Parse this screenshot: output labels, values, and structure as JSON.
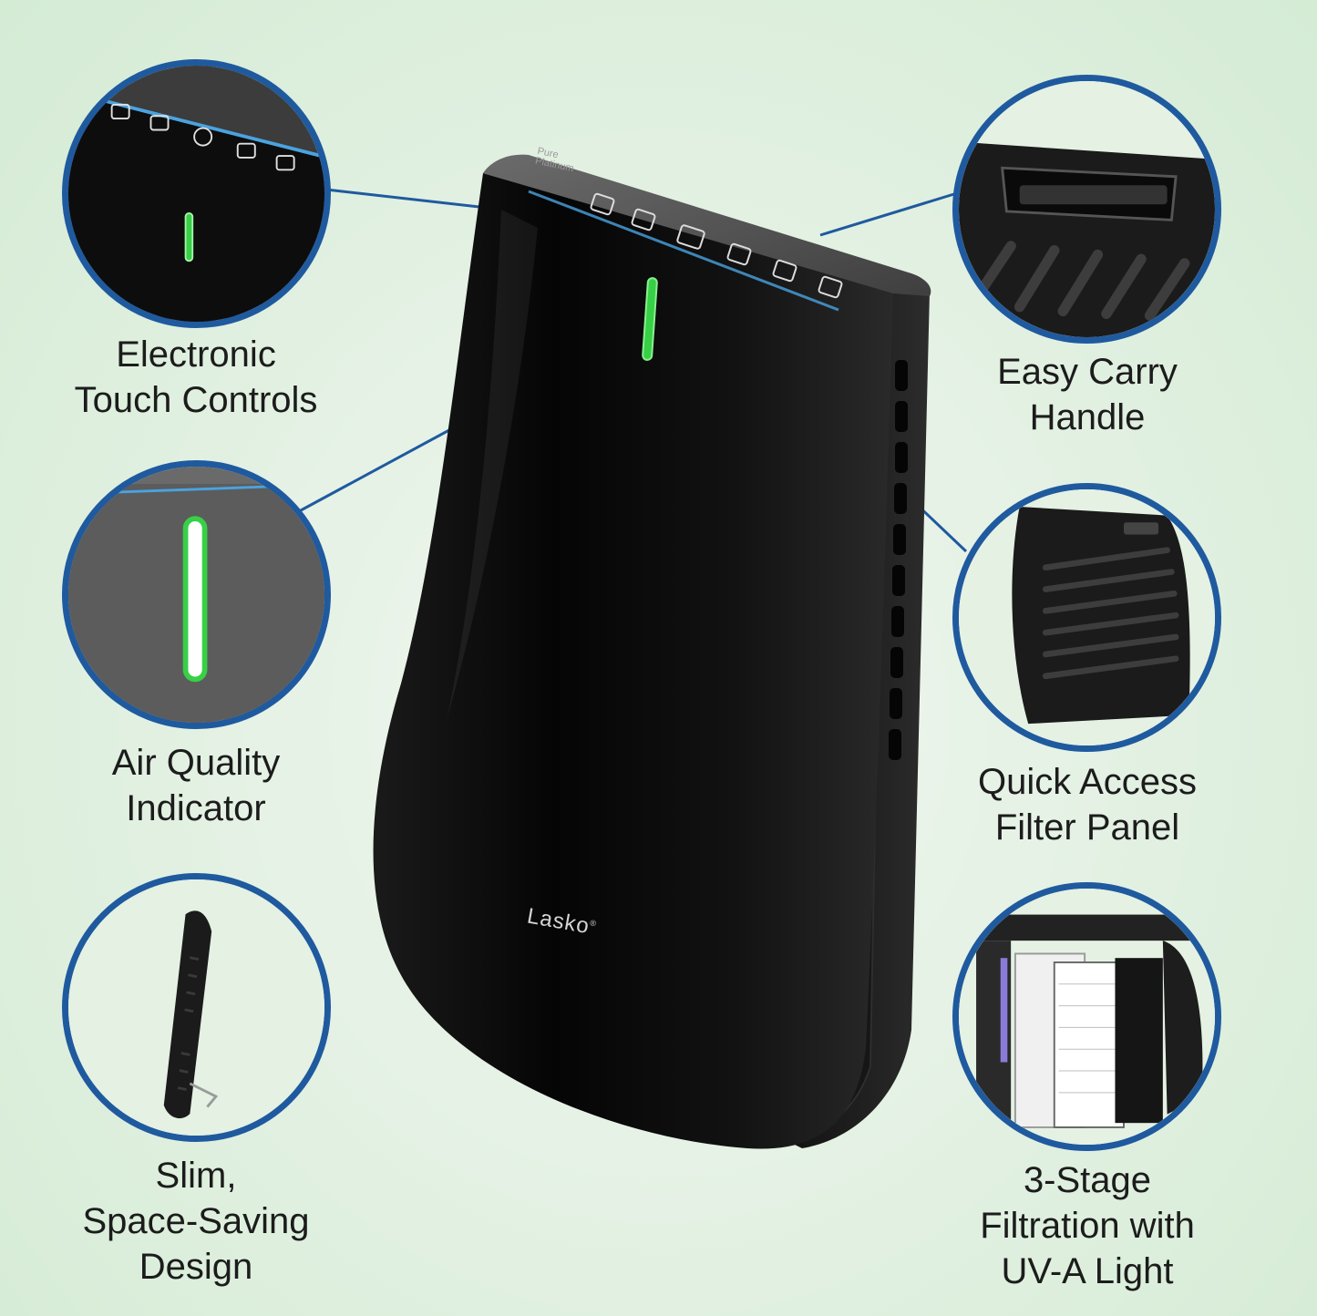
{
  "product": {
    "brand": "Lasko",
    "model_line1": "Pure",
    "model_line2": "Platinum"
  },
  "features": [
    {
      "id": "touch-controls",
      "lines": [
        "Electronic",
        "Touch Controls"
      ]
    },
    {
      "id": "air-quality",
      "lines": [
        "Air Quality",
        "Indicator"
      ]
    },
    {
      "id": "slim-design",
      "lines": [
        "Slim,",
        "Space-Saving",
        "Design"
      ]
    },
    {
      "id": "carry-handle",
      "lines": [
        "Easy Carry",
        "Handle"
      ]
    },
    {
      "id": "filter-panel",
      "lines": [
        "Quick Access",
        "Filter Panel"
      ]
    },
    {
      "id": "filtration",
      "lines": [
        "3-Stage",
        "Filtration with",
        "UV-A Light"
      ]
    }
  ],
  "colors": {
    "callout_border": "#1f5a9f",
    "connector": "#1f5a9f",
    "indicator_glow": "#37d046",
    "body": "#0b0b0b",
    "top_panel": "#5a5a5a"
  }
}
